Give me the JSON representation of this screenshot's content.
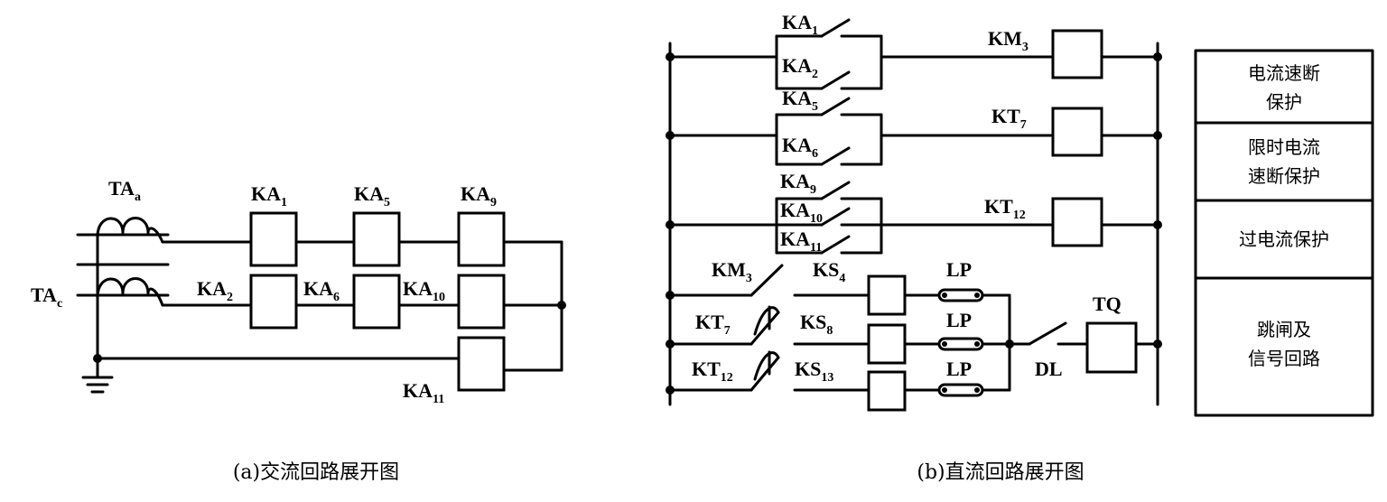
{
  "ac": {
    "ta_a": {
      "main": "TA",
      "sub": "a"
    },
    "ta_c": {
      "main": "TA",
      "sub": "c"
    },
    "ka1": {
      "main": "KA",
      "sub": "1"
    },
    "ka5": {
      "main": "KA",
      "sub": "5"
    },
    "ka9": {
      "main": "KA",
      "sub": "9"
    },
    "ka2": {
      "main": "KA",
      "sub": "2"
    },
    "ka6": {
      "main": "KA",
      "sub": "6"
    },
    "ka10": {
      "main": "KA",
      "sub": "10"
    },
    "ka11": {
      "main": "KA",
      "sub": "11"
    },
    "caption": "(a)交流回路展开图"
  },
  "dc": {
    "ka1": {
      "main": "KA",
      "sub": "1"
    },
    "ka2": {
      "main": "KA",
      "sub": "2"
    },
    "ka5": {
      "main": "KA",
      "sub": "5"
    },
    "ka6": {
      "main": "KA",
      "sub": "6"
    },
    "ka9": {
      "main": "KA",
      "sub": "9"
    },
    "ka10": {
      "main": "KA",
      "sub": "10"
    },
    "ka11": {
      "main": "KA",
      "sub": "11"
    },
    "km3_coil": {
      "main": "KM",
      "sub": "3"
    },
    "kt7_coil": {
      "main": "KT",
      "sub": "7"
    },
    "kt12_coil": {
      "main": "KT",
      "sub": "12"
    },
    "km3_contact": {
      "main": "KM",
      "sub": "3"
    },
    "kt7_contact": {
      "main": "KT",
      "sub": "7"
    },
    "kt12_contact": {
      "main": "KT",
      "sub": "12"
    },
    "ks4": {
      "main": "KS",
      "sub": "4"
    },
    "ks8": {
      "main": "KS",
      "sub": "8"
    },
    "ks13": {
      "main": "KS",
      "sub": "13"
    },
    "lp1": "LP",
    "lp2": "LP",
    "lp3": "LP",
    "dl": "DL",
    "tq": "TQ",
    "caption": "(b)直流回路展开图"
  },
  "legend": {
    "instant_line1": "电流速断",
    "instant_line2": "保护",
    "timed_line1": "限时电流",
    "timed_line2": "速断保护",
    "overcurrent": "过电流保护",
    "trip_line1": "跳闸及",
    "trip_line2": "信号回路"
  }
}
